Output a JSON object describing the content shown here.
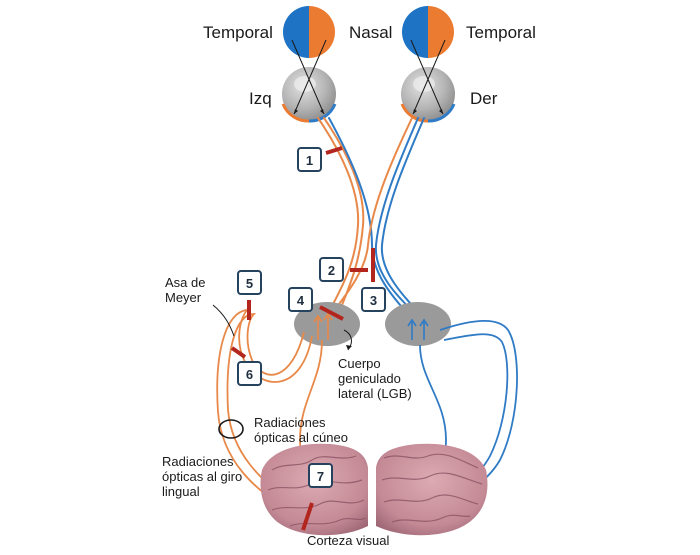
{
  "labels": {
    "temporal_left": "Temporal",
    "nasal": "Nasal",
    "temporal_right": "Temporal",
    "left_eye": "Izq",
    "right_eye": "Der",
    "meyer_loop_1": "Asa de",
    "meyer_loop_2": "Meyer",
    "lgb_1": "Cuerpo",
    "lgb_2": "geniculado",
    "lgb_3": "lateral (LGB)",
    "cuneus_1": "Radiaciones",
    "cuneus_2": "ópticas al cúneo",
    "lingual_1": "Radiaciones",
    "lingual_2": "ópticas al giro",
    "lingual_3": "lingual",
    "cortex": "Corteza visual"
  },
  "lesion_markers": [
    "1",
    "2",
    "3",
    "4",
    "5",
    "6",
    "7"
  ],
  "colors": {
    "temporal_field": "#1f73c4",
    "nasal_field": "#ec7b32",
    "fiber_orange": "#e8894a",
    "fiber_blue": "#2f7bc6",
    "lesion": "#b3261e",
    "lgb": "#9a9a9a",
    "marker_border": "#25435e",
    "cortex": "#c98f9c"
  }
}
